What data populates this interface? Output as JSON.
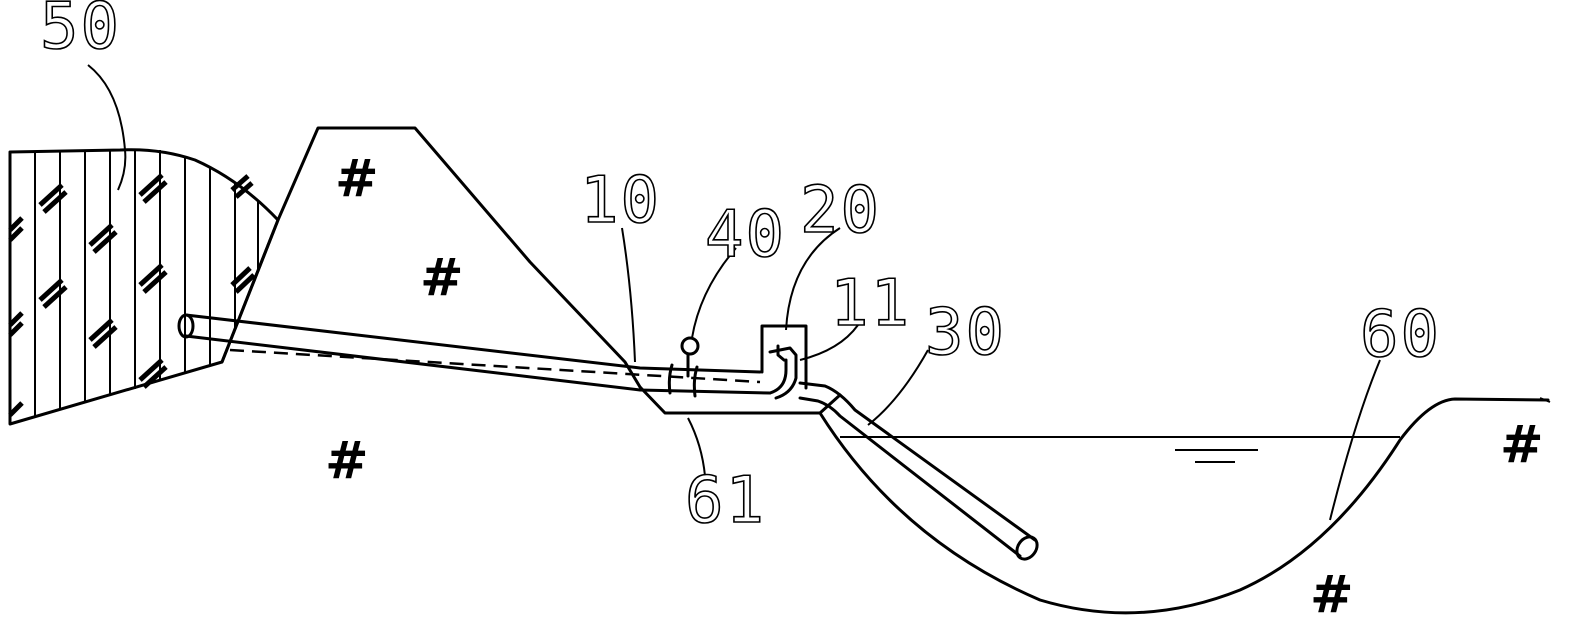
{
  "labels": {
    "l50": "50",
    "l10": "10",
    "l40": "40",
    "l20": "20",
    "l11": "11",
    "l30": "30",
    "l60": "60",
    "l61": "61"
  },
  "icons": {
    "soil": "soil-hatch-icon",
    "rock": "rock-hatch-icon",
    "water_level": "water-level-icon"
  },
  "colors": {
    "line": "#000000",
    "background": "#ffffff"
  }
}
